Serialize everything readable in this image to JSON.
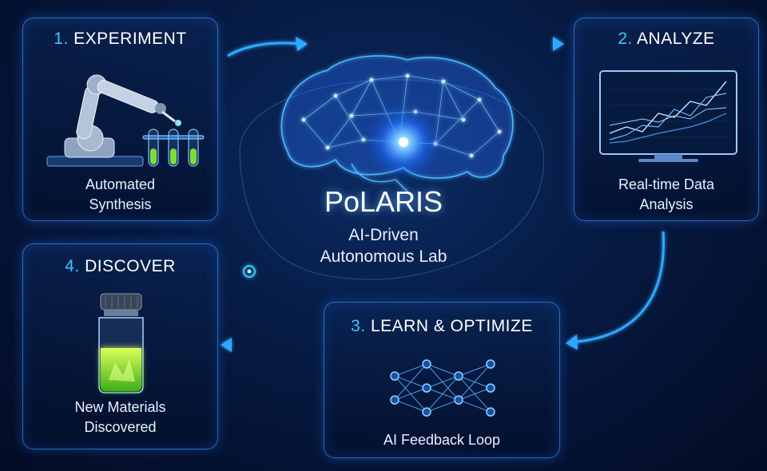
{
  "center": {
    "title": "PoLARIS",
    "subtitle_line1": "AI-Driven",
    "subtitle_line2": "Autonomous Lab"
  },
  "steps": [
    {
      "num": "1.",
      "title": "EXPERIMENT",
      "caption_line1": "Automated",
      "caption_line2": "Synthesis",
      "icon": "robot-arm-icon"
    },
    {
      "num": "2.",
      "title": "ANALYZE",
      "caption_line1": "Real-time Data",
      "caption_line2": "Analysis",
      "icon": "monitor-chart-icon"
    },
    {
      "num": "3.",
      "title": "LEARN & OPTIMIZE",
      "caption_line1": "AI Feedback Loop",
      "icon": "neural-network-icon"
    },
    {
      "num": "4.",
      "title": "DISCOVER",
      "caption_line1": "New Materials",
      "caption_line2": "Discovered",
      "icon": "glowing-vial-icon"
    }
  ],
  "colors": {
    "accent": "#3cc8ff",
    "glow": "#2f8cff",
    "background": "#061a42",
    "vial_liquid": "#8cff2a"
  }
}
